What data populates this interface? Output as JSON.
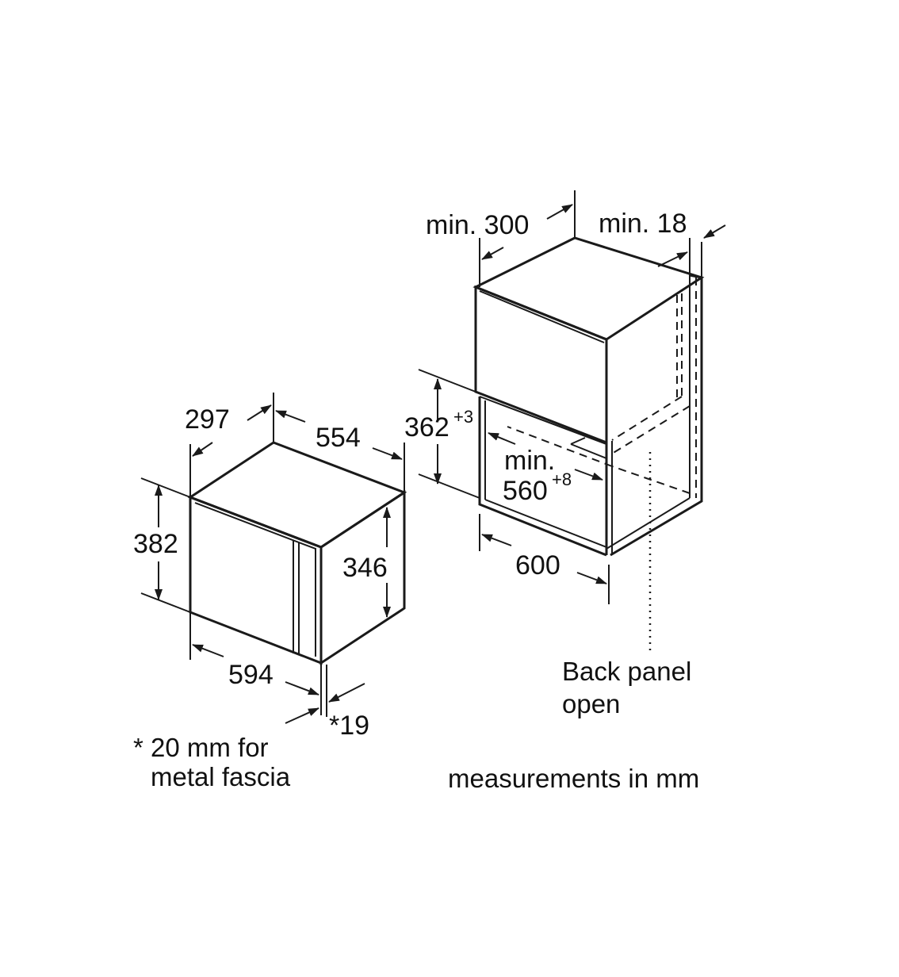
{
  "appliance": {
    "width": "594",
    "depth": "297",
    "depth_total": "554",
    "height": "382",
    "inner_height": "346",
    "fascia": "*19"
  },
  "niche": {
    "min_depth_label": "min. 300",
    "min_gap_label": "min. 18",
    "height": "362",
    "height_tolerance": "+3",
    "min_depth_prefix": "min.",
    "depth": "560",
    "depth_tolerance": "+8",
    "width": "600"
  },
  "notes": {
    "fascia_line1": "* 20 mm for",
    "fascia_line2": "metal fascia",
    "back_panel_line1": "Back panel",
    "back_panel_line2": "open",
    "units": "measurements in mm"
  }
}
